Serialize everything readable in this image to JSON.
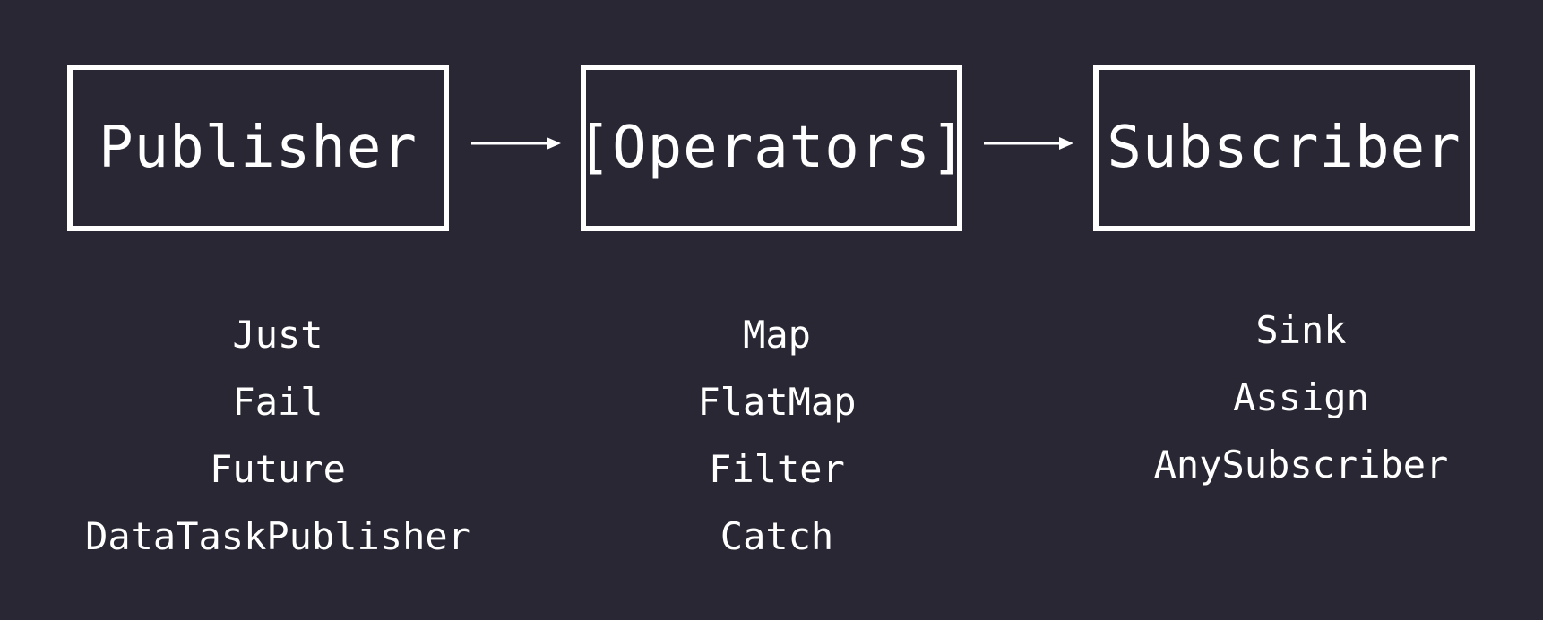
{
  "colors": {
    "background": "#292733",
    "foreground": "#ffffff"
  },
  "stages": [
    {
      "title": "Publisher",
      "items": [
        "Just",
        "Fail",
        "Future",
        "DataTaskPublisher"
      ]
    },
    {
      "title": "[Operators]",
      "items": [
        "Map",
        "FlatMap",
        "Filter",
        "Catch"
      ]
    },
    {
      "title": "Subscriber",
      "items": [
        "Sink",
        "Assign",
        "AnySubscriber"
      ]
    }
  ]
}
